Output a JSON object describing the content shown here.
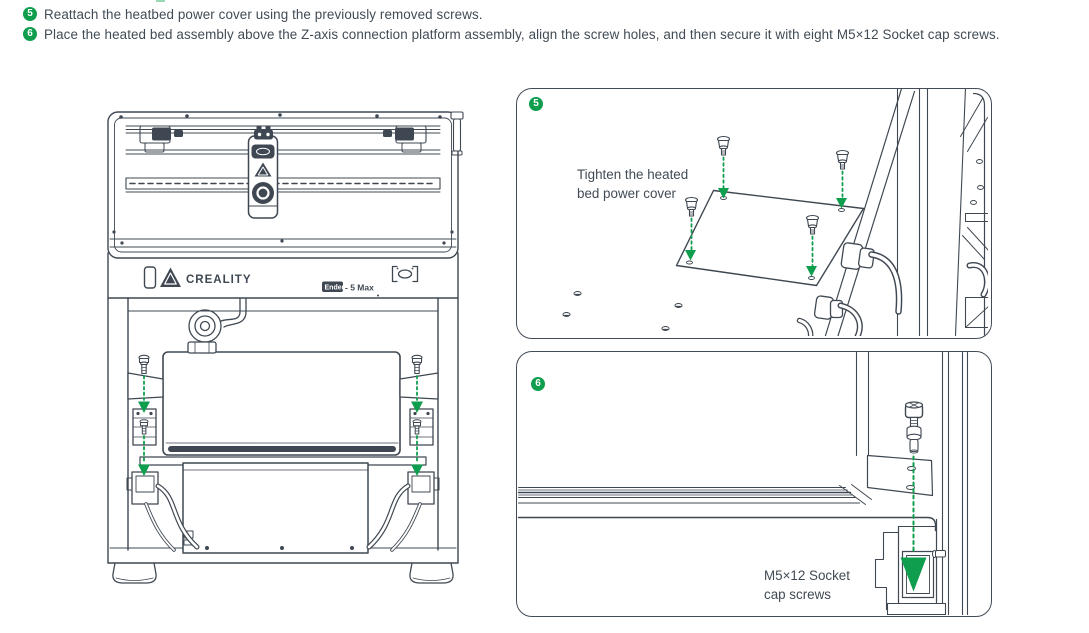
{
  "instructions": [
    {
      "badge": "5",
      "text": "Reattach the heatbed power cover using the previously removed screws."
    },
    {
      "badge": "6",
      "text": "Place the heated bed assembly above the Z-axis connection platform assembly, align the screw holes, and then secure it with eight M5×12 Socket cap screws."
    }
  ],
  "printer": {
    "brand": "CREALITY",
    "model_badge": "Ender",
    "model_suffix": "- 5 Max"
  },
  "panel5": {
    "badge": "5",
    "label_line1": "Tighten the heated",
    "label_line2": "bed power cover"
  },
  "panel6": {
    "badge": "6",
    "label_line1": "M5×12 Socket",
    "label_line2": "cap screws"
  },
  "colors": {
    "line": "#3f4852",
    "green": "#0f9e4e",
    "text": "#414b55",
    "background": "#ffffff"
  }
}
